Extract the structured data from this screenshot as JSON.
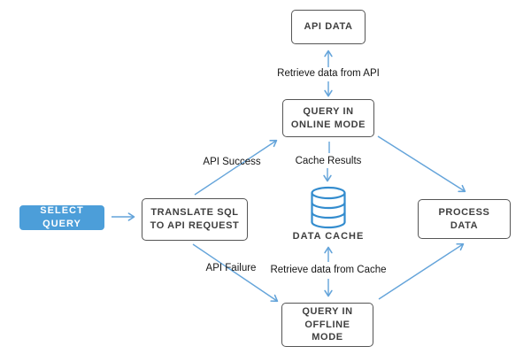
{
  "diagram": {
    "title": "SQL query translation flow (online / offline API modes)",
    "nodes": {
      "select_query": {
        "label": "SELECT QUERY"
      },
      "translate_sql": {
        "label": "TRANSLATE SQL TO API REQUEST"
      },
      "api_data": {
        "label": "API DATA"
      },
      "query_online": {
        "label": "QUERY IN ONLINE MODE"
      },
      "data_cache": {
        "label": "DATA CACHE"
      },
      "query_offline": {
        "label": "QUERY IN OFFLINE MODE"
      },
      "process_data": {
        "label": "PROCESS DATA"
      }
    },
    "edge_labels": {
      "retrieve_api": "Retrieve data from API",
      "api_success": "API Success",
      "cache_results": "Cache Results",
      "api_failure": "API Failure",
      "retrieve_cache": "Retrieve data from Cache"
    },
    "edges": [
      {
        "from": "select_query",
        "to": "translate_sql",
        "label": ""
      },
      {
        "from": "translate_sql",
        "to": "query_online",
        "label": "API Success"
      },
      {
        "from": "translate_sql",
        "to": "query_offline",
        "label": "API Failure"
      },
      {
        "from": "query_online",
        "to": "api_data",
        "label": "Retrieve data from API",
        "bidirectional": true
      },
      {
        "from": "query_online",
        "to": "data_cache",
        "label": "Cache Results"
      },
      {
        "from": "data_cache",
        "to": "query_offline",
        "label": "Retrieve data from Cache",
        "bidirectional": true
      },
      {
        "from": "query_online",
        "to": "process_data",
        "label": ""
      },
      {
        "from": "query_offline",
        "to": "process_data",
        "label": ""
      }
    ],
    "colors": {
      "arrow": "#64a4da",
      "select_query_fill": "#4c9ed9",
      "box_border": "#555555",
      "box_text": "#3f3f3f",
      "cylinder_icon": "#338cce"
    }
  }
}
